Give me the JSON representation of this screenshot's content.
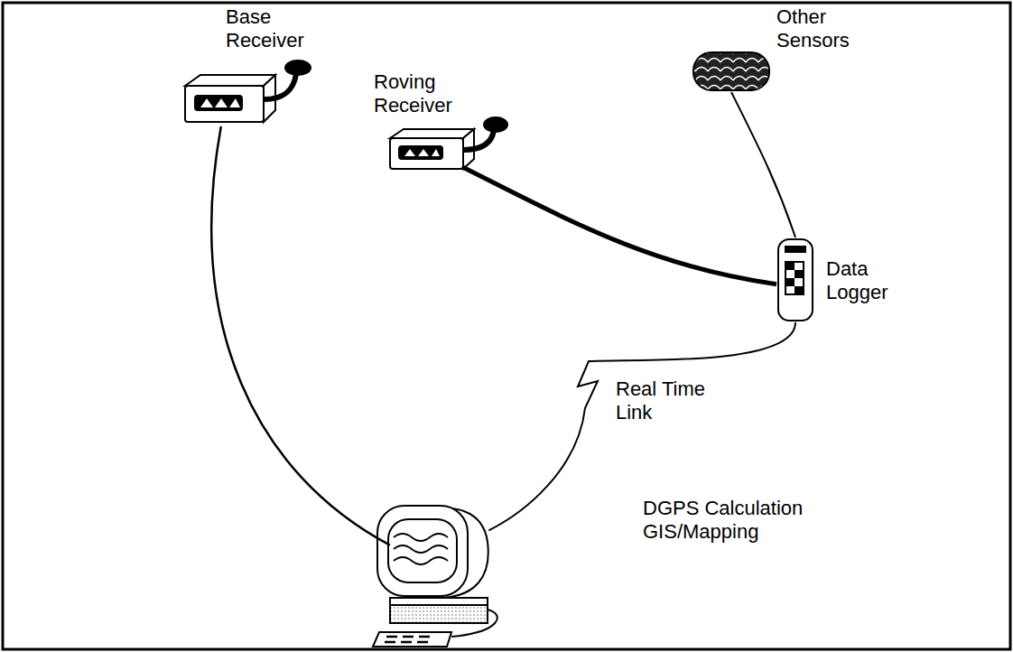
{
  "diagram": {
    "nodes": [
      {
        "text": [
          "Base Receiver"
        ]
      },
      {
        "text": [
          "Other Sensors"
        ]
      },
      {
        "text": [
          "Roving Receiver"
        ]
      },
      {
        "text": [
          "Data Logger"
        ]
      },
      {
        "text": [
          "DGPS Calculation GIS/Mapping"
        ]
      }
    ],
    "edges": [
      {
        "from": 0,
        "to": 4,
        "arrow": "none"
      },
      {
        "from": 2,
        "to": 3,
        "arrow": "none"
      },
      {
        "from": 1,
        "to": 3,
        "arrow": "none"
      },
      {
        "from": 3,
        "to": 4,
        "label": "Real Time Link",
        "arrow": "none"
      }
    ]
  }
}
